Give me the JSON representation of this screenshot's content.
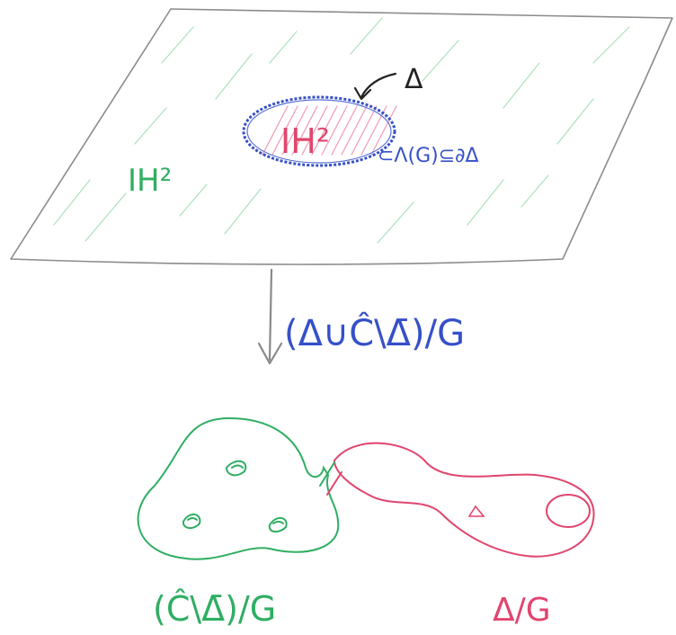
{
  "colors": {
    "plane_outline": "#8c8c8c",
    "plane_hatch": "#8fd6a8",
    "green": "#2fae62",
    "red": "#e0466e",
    "blue": "#3550c8",
    "black": "#222222",
    "gray_arrow": "#8a8a8a"
  },
  "labels": {
    "plane_label": "IH²",
    "disk_label": "IH²",
    "delta_label": "Δ",
    "limit_set_label": "⊂Λ(G)⊆∂Δ",
    "map_label": "(Δ∪Ĉ\\Δ̄)/G",
    "left_quotient_label": "(Ĉ\\Δ̄)/G",
    "right_quotient_label": "Δ/G"
  },
  "icons": {
    "map_arrow": "down-arrow-icon",
    "pointer_arrow": "curved-arrow-icon"
  }
}
